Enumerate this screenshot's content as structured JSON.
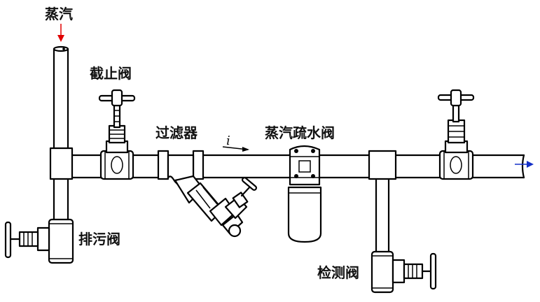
{
  "labels": {
    "steam": "蒸汽",
    "globe_valve": "截止阀",
    "strainer": "过滤器",
    "steam_trap": "蒸汽疏水阀",
    "drain_valve": "排污阀",
    "test_valve": "检测阀",
    "slope": "i"
  },
  "colors": {
    "steam_inlet_arrow": "#e00000",
    "outlet_arrow": "#1530c8",
    "line": "#000000"
  }
}
